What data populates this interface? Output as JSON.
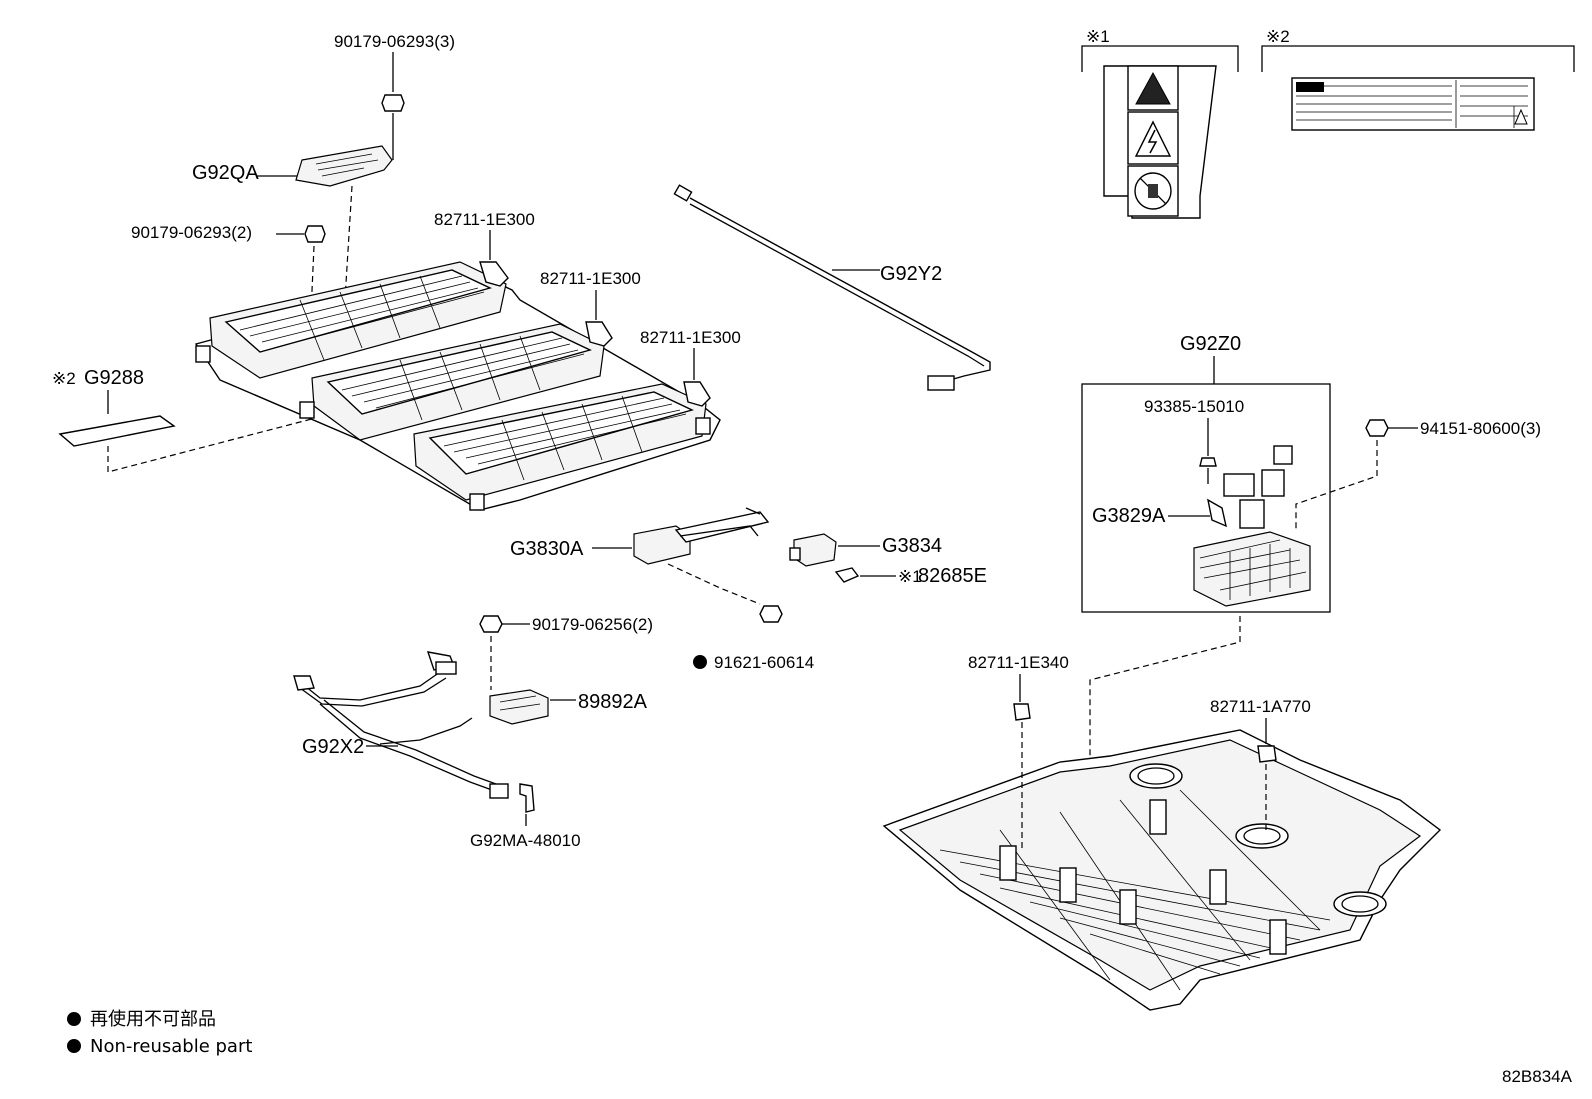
{
  "diagram_id": "82B834A",
  "labels": {
    "bolt_top": "90179-06293(3)",
    "cover": "G92QA",
    "bolt_left": "90179-06293(2)",
    "sheet": "G9288",
    "sheet_mark": "※2",
    "clamp1": "82711-1E300",
    "clamp2": "82711-1E300",
    "clamp3": "82711-1E300",
    "cable": "G92Y2",
    "relay_box": "G92Z0",
    "screw_relay": "93385-15010",
    "bracket_relay": "G3829A",
    "nut_right": "94151-80600(3)",
    "bus_bar": "G3830A",
    "connector": "G3834",
    "plug": "82685E",
    "plug_mark": "※1",
    "bolt_mid": "91621-60614",
    "bolt_harness": "90179-06256(2)",
    "sensor": "89892A",
    "harness": "G92X2",
    "bracket_harness": "G92MA-48010",
    "clamp_tray_left": "82711-1E340",
    "clamp_tray_right": "82711-1A770",
    "caution1_mark": "※1",
    "caution2_mark": "※2"
  },
  "legend": {
    "jp": "再使用不可部品",
    "en": "Non-reusable part"
  }
}
